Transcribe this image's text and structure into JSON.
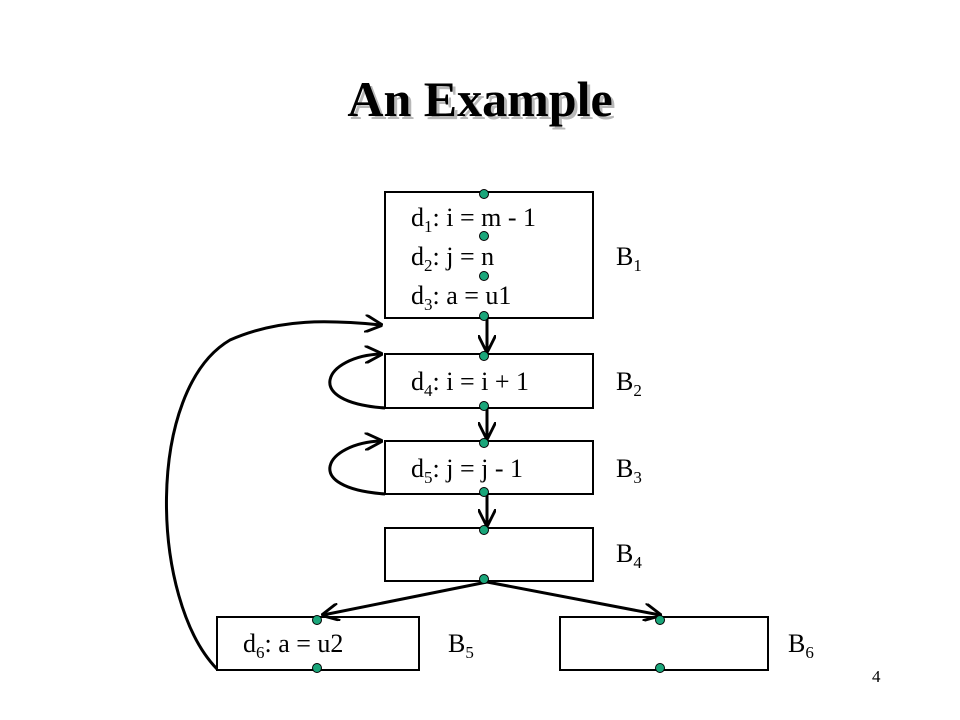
{
  "slide": {
    "title": "An Example",
    "page_number": "4"
  },
  "colors": {
    "point": "#1aa67a",
    "stroke": "#000000",
    "title_shadow": "#b8b8b8"
  },
  "blocks": [
    {
      "id": "b1",
      "label": {
        "base": "B",
        "sub": "1"
      },
      "statements": [
        {
          "base": "d",
          "sub": "1",
          "text": ": i = m - 1"
        },
        {
          "base": "d",
          "sub": "2",
          "text": ": j = n"
        },
        {
          "base": "d",
          "sub": "3",
          "text": ": a = u1"
        }
      ]
    },
    {
      "id": "b2",
      "label": {
        "base": "B",
        "sub": "2"
      },
      "statements": [
        {
          "base": "d",
          "sub": "4",
          "text": ": i = i + 1"
        }
      ]
    },
    {
      "id": "b3",
      "label": {
        "base": "B",
        "sub": "3"
      },
      "statements": [
        {
          "base": "d",
          "sub": "5",
          "text": ": j = j - 1"
        }
      ]
    },
    {
      "id": "b4",
      "label": {
        "base": "B",
        "sub": "4"
      },
      "statements": []
    },
    {
      "id": "b5",
      "label": {
        "base": "B",
        "sub": "5"
      },
      "statements": [
        {
          "base": "d",
          "sub": "6",
          "text": ": a = u2"
        }
      ]
    },
    {
      "id": "b6",
      "label": {
        "base": "B",
        "sub": "6"
      },
      "statements": []
    }
  ]
}
